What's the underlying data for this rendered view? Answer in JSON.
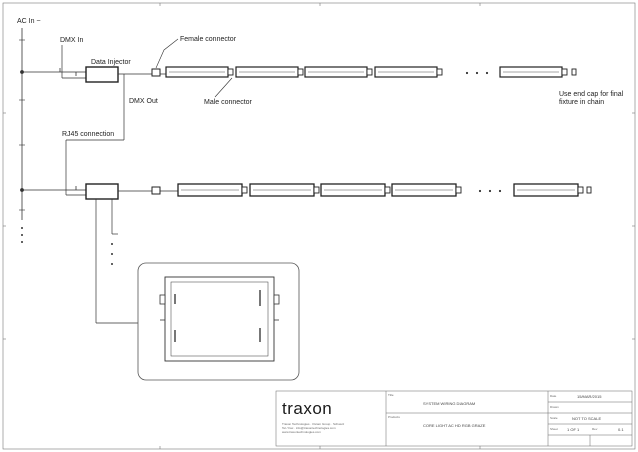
{
  "labels": {
    "ac_in": "AC In ~",
    "dmx_in": "DMX In",
    "data_injector": "Data Injector",
    "female_connector": "Female connector",
    "male_connector": "Male connector",
    "dmx_out": "DMX Out",
    "rj45_connection": "RJ45 connection",
    "end_cap_line1": "Use end cap for final",
    "end_cap_line2": "fixture in chain"
  },
  "title_block": {
    "logo": "traxon",
    "address_line1": "Traxon Technologies · Osram Group · Schweiz",
    "address_line2": "Tel / Fax · info@traxontechnologies.com",
    "address_line3": "www.traxontechnologies.com",
    "title_caption": "Title",
    "title_value": "SYSTEM WIRING DIAGRAM",
    "products_caption": "Products",
    "products_value": "CORE LIGHT AC HD RGB GRAZE",
    "date_caption": "Date",
    "date_value": "15/MAR/2015",
    "drawn_caption": "Drawn",
    "drawn_value": "",
    "scale_caption": "Scale",
    "scale_value": "NOT TO SCALE",
    "sheet_caption": "Sheet",
    "sheet_value": "1 OF 1",
    "rev_caption": "Rev",
    "rev_value": "0.1"
  },
  "colors": {
    "line": "#333333",
    "frame": "#555555"
  }
}
